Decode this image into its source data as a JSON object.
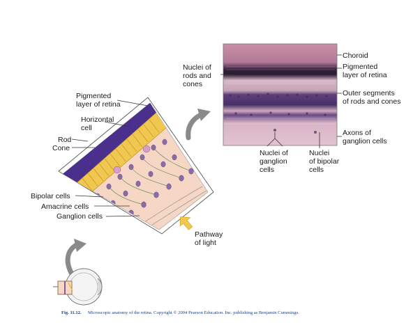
{
  "labels": {
    "pigmented_layer_left": [
      "Pigmented",
      "layer of retina"
    ],
    "horizontal_cell": [
      "Horizontal",
      "cell"
    ],
    "rod": "Rod",
    "cone": "Cone",
    "bipolar_cells": "Bipolar cells",
    "amacrine_cells": "Amacrine cells",
    "ganglion_cells": "Ganglion cells",
    "pathway_of_light": [
      "Pathway",
      "of light"
    ],
    "nuclei_rods_cones": [
      "Nuclei of",
      "rods and",
      "cones"
    ],
    "choroid": "Choroid",
    "pigmented_layer_right": [
      "Pigmented",
      "layer of retina"
    ],
    "outer_segments": [
      "Outer segments",
      "of rods and cones"
    ],
    "axons_ganglion": [
      "Axons of",
      "ganglion cells"
    ],
    "nuclei_ganglion": [
      "Nuclei of",
      "ganglion",
      "cells"
    ],
    "nuclei_bipolar": [
      "Nuclei",
      "of bipolar",
      "cells"
    ]
  },
  "caption": {
    "label": "Fig. 11.12.",
    "text": "Microscopic anatomy of the retina. Copyright © 2004 Pearson Education. Inc. publishing as Benjamin Cummings."
  },
  "colors": {
    "pigment_purple": "#4a2f8c",
    "cell_fill": "#f6d6c4",
    "photoreceptor_yellow": "#e8b830",
    "nucleus_purple": "#8a6aa8",
    "arrow_gray": "#8a8a8a",
    "light_arrow": "#f2c84a",
    "caption_blue": "#1f3f7a"
  }
}
